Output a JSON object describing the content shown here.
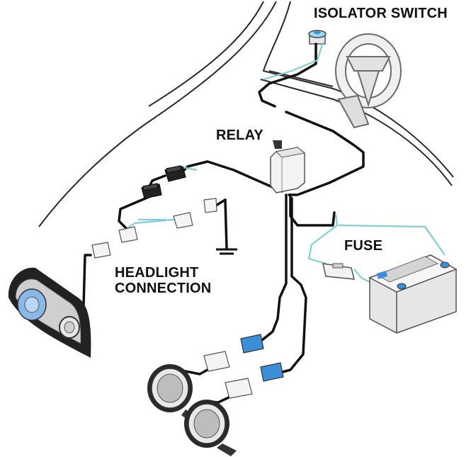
{
  "labels": {
    "isolator_switch": "ISOLATOR SWITCH",
    "relay": "RELAY",
    "fuse": "FUSE",
    "headlight_line1": "HEADLIGHT",
    "headlight_line2": "CONNECTION"
  },
  "colors": {
    "wire": "#111111",
    "signal_wire": "#7fcfd6",
    "outline": "#4a4a4a",
    "vehicle_line": "#2a2a2a",
    "battery_body": "#e6e6e6",
    "terminal_blue": "#3b8fd9",
    "lens_blue": "#8ab8e8"
  }
}
